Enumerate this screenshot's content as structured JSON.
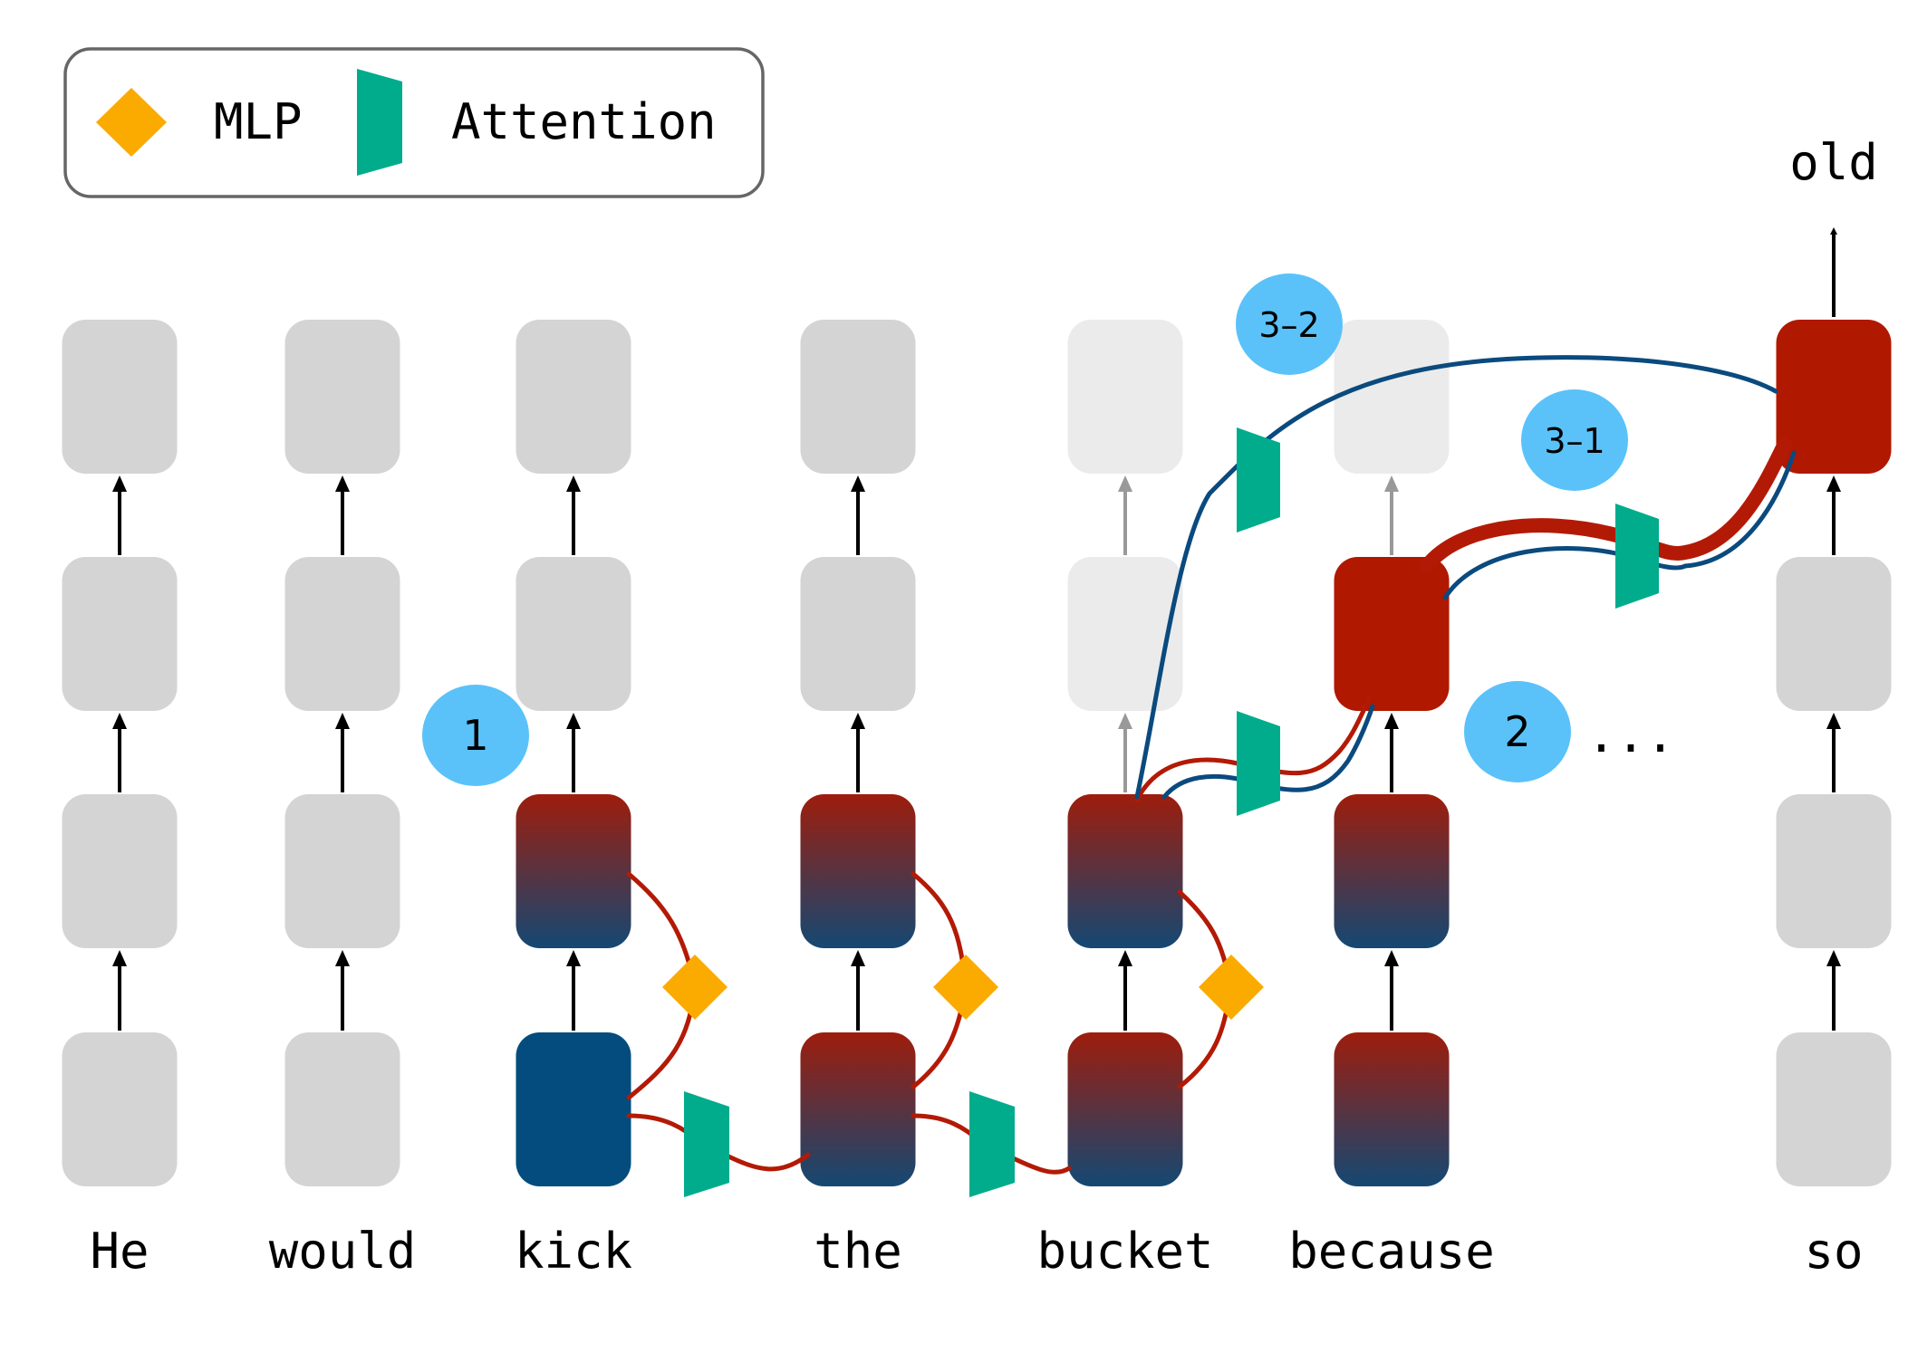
{
  "legend": {
    "mlp_label": "MLP",
    "attention_label": "Attention"
  },
  "tokens": [
    "He",
    "would",
    "kick",
    "the",
    "bucket",
    "because",
    "so"
  ],
  "output_token": "old",
  "ellipsis": "...",
  "badges": [
    "1",
    "2",
    "3–1",
    "3–2"
  ],
  "colors": {
    "cell_inactive": "#d4d4d4",
    "cell_faded": "#ebebeb",
    "cell_red": "#b01800",
    "cell_blue": "#034c7d",
    "gradient_top": "#9e1d0c",
    "gradient_bottom": "#144873",
    "path_red": "#b31a05",
    "path_blue": "#0a4a7e",
    "mlp_diamond": "#fbab00",
    "attention": "#00ac8c",
    "badge": "#5ac2f9"
  }
}
